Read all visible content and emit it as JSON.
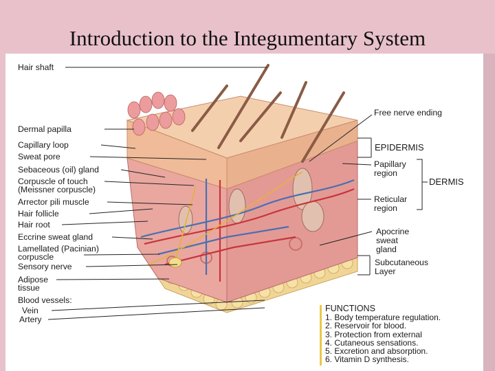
{
  "title": "Introduction to the Integumentary System",
  "left_labels": {
    "hair_shaft": "Hair shaft",
    "dermal_papilla": "Dermal papilla",
    "capillary_loop": "Capillary loop",
    "sweat_pore": "Sweat pore",
    "sebaceous_gland": "Sebaceous (oil) gland",
    "corpuscle_of_touch": "Corpuscle of touch",
    "meissner": "(Meissner corpuscle)",
    "arrector_pili": "Arrector pili muscle",
    "hair_follicle": "Hair follicle",
    "hair_root": "Hair root",
    "eccrine": "Eccrine sweat gland",
    "lamellated": "Lamellated (Pacinian)",
    "corpuscle": "corpuscle",
    "sensory_nerve": "Sensory nerve",
    "adipose": "Adipose",
    "tissue": "tissue",
    "blood_vessels": "Blood vessels:",
    "vein": "Vein",
    "artery": "Artery"
  },
  "right_labels": {
    "free_nerve": "Free nerve ending",
    "epidermis": "EPIDERMIS",
    "papillary": "Papillary",
    "papillary_region": "region",
    "dermis": "DERMIS",
    "reticular": "Reticular",
    "reticular_region": "region",
    "apocrine": "Apocrine",
    "apocrine_sweat": "sweat",
    "apocrine_gland": "gland",
    "subcutaneous": "Subcutaneous",
    "layer": "Layer"
  },
  "functions": {
    "heading": "FUNCTIONS",
    "items": [
      "1. Body temperature regulation.",
      "2. Reservoir for blood.",
      "3. Protection from external",
      "4. Cutaneous sensations.",
      "5. Excretion and absorption.",
      "6. Vitamin D synthesis."
    ]
  },
  "colors": {
    "background": "#e8c1cb",
    "epidermis": "#f2c9a8",
    "dermis": "#e9a7a0",
    "fat": "#f1d596",
    "vein": "#4a6fb0",
    "artery": "#c8343a"
  }
}
